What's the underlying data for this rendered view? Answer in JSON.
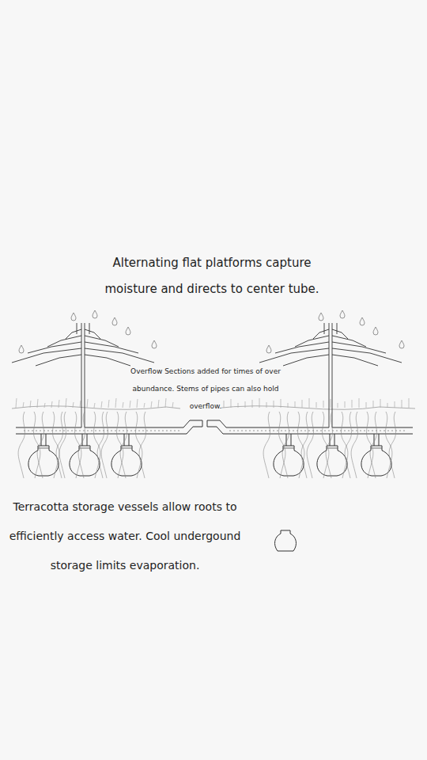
{
  "diagram": {
    "labels": [
      "Alternating flat platforms capture moisture and directs to center tube.",
      "Overflow Sections added for times of over abundance. Stems of pipes can also hold overflow.",
      "Terracotta storage vessels allow roots to efficiently access water. Cool undergound storage limits evaporation."
    ]
  }
}
